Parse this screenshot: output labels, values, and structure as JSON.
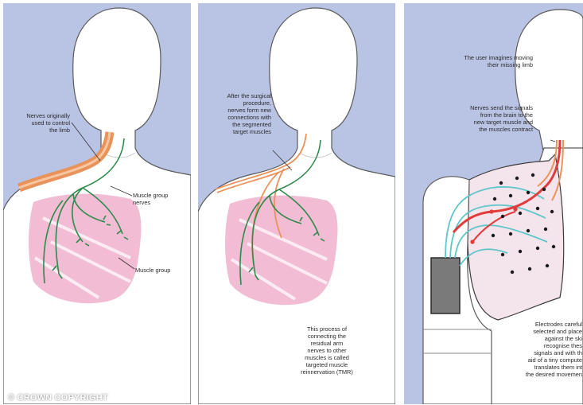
{
  "panel1": {
    "nerves_label": [
      "Nerves originally",
      "used to control",
      "the limb"
    ],
    "muscle_group_nerves_label": [
      "Muscle group",
      "nerves"
    ],
    "muscle_group_label": [
      "Muscle group"
    ]
  },
  "panel2": {
    "surgical_label": [
      "After the surgical",
      "procedure,",
      "nerves form new",
      "connections with",
      "the segmented",
      "target muscles"
    ],
    "tmr_label": [
      "This process of",
      "connecting the",
      "residual arm",
      "nerves to other",
      "muscles is called",
      "targeted muscle",
      "reinnervation (TMR)"
    ]
  },
  "panel3": {
    "imagine_label": [
      "The user imagines moving",
      "their missing limb"
    ],
    "signals_label": [
      "Nerves send the signals",
      "from the brain to the",
      "new target muscle and",
      "the muscles contract"
    ],
    "electrodes_label": [
      "Electrodes careful",
      "selected and place",
      "against the ski",
      "recognise thes",
      "signals and with th",
      "aid of a tiny compute",
      "translates them int",
      "the desired movemen"
    ]
  },
  "copyright": "© CROWN COPYRIGHT",
  "colors": {
    "background": "#b9c3e4",
    "body": "#ffffff",
    "muscle": "#f2bcd4",
    "nerve_green": "#2e8a4a",
    "nerve_orange": "#e9925a",
    "signal_red": "#e03c3c",
    "electrode": "#1a1a1a",
    "prosthetic_cyan": "#5fc6c9",
    "battery": "#7a7a7a"
  }
}
